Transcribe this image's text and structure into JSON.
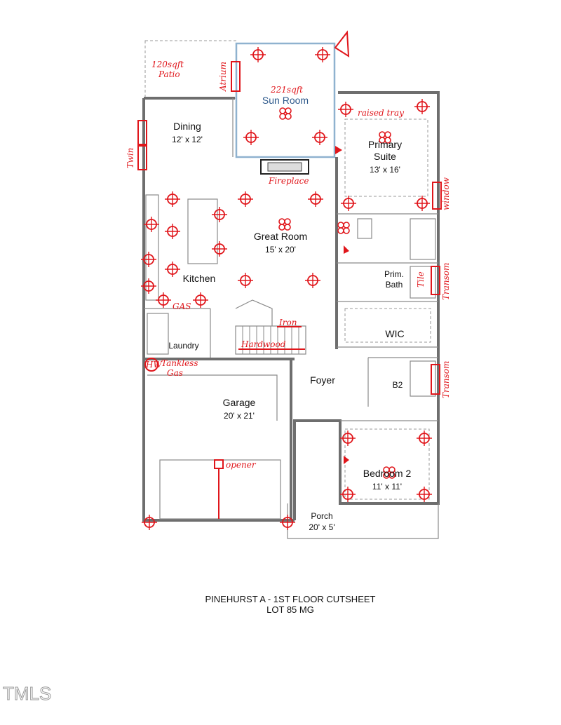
{
  "rooms": {
    "sun_room": "Sun Room",
    "dining": "Dining",
    "dining_size": "12' x 12'",
    "primary_suite_1": "Primary",
    "primary_suite_2": "Suite",
    "primary_size": "13' x 16'",
    "great_room": "Great Room",
    "great_size": "15' x 20'",
    "kitchen": "Kitchen",
    "prim_bath_1": "Prim.",
    "prim_bath_2": "Bath",
    "wic": "WIC",
    "laundry": "Laundry",
    "foyer": "Foyer",
    "b2": "B2",
    "garage": "Garage",
    "garage_size": "20' x 21'",
    "bedroom2": "Bedroom 2",
    "bedroom2_size": "11' x 11'",
    "porch": "Porch",
    "porch_size": "20' x 5'"
  },
  "annotations": {
    "patio_1": "120sqft",
    "patio_2": "Patio",
    "sunroom_sqft": "221sqft",
    "atrium": "Atrium",
    "twin": "Twin",
    "raised_tray": "raised tray",
    "fireplace": "Fireplace",
    "window": "window",
    "tile": "Tile",
    "transom_1": "Transom",
    "transom_2": "Transom",
    "gas": "GAS",
    "iron": "Iron",
    "hardwood": "Hardwood",
    "hw": "HW",
    "tankless": "Tankless",
    "tankless_gas": "Gas",
    "opener": "opener"
  },
  "caption": {
    "line1": "PINEHURST A - 1ST FLOOR CUTSHEET",
    "line2": "LOT 85 MG"
  },
  "watermark": "TMLS",
  "colors": {
    "markup_red": "#e0161b",
    "sunroom_blue": "#2f5a8c",
    "wall_gray": "#6e6e6e"
  }
}
